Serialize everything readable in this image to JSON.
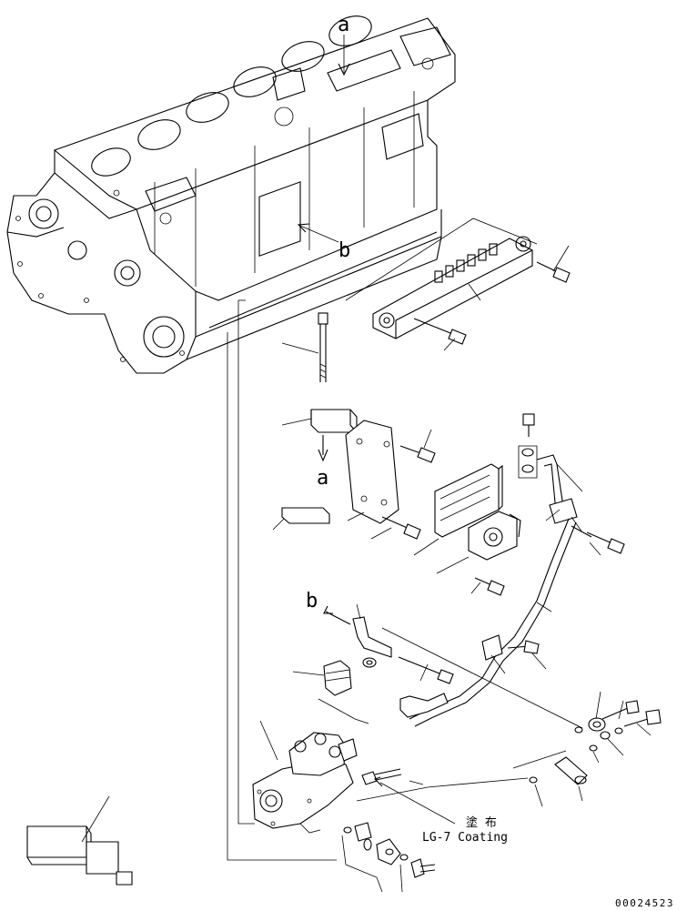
{
  "callouts": {
    "a_top": "a",
    "b_block": "b",
    "a_mid": "a",
    "b_bracket": "b"
  },
  "note": {
    "japanese": "塗 布",
    "english": "LG-7 Coating"
  },
  "drawing_number": "00024523",
  "colors": {
    "line": "#000000",
    "background": "#ffffff"
  }
}
